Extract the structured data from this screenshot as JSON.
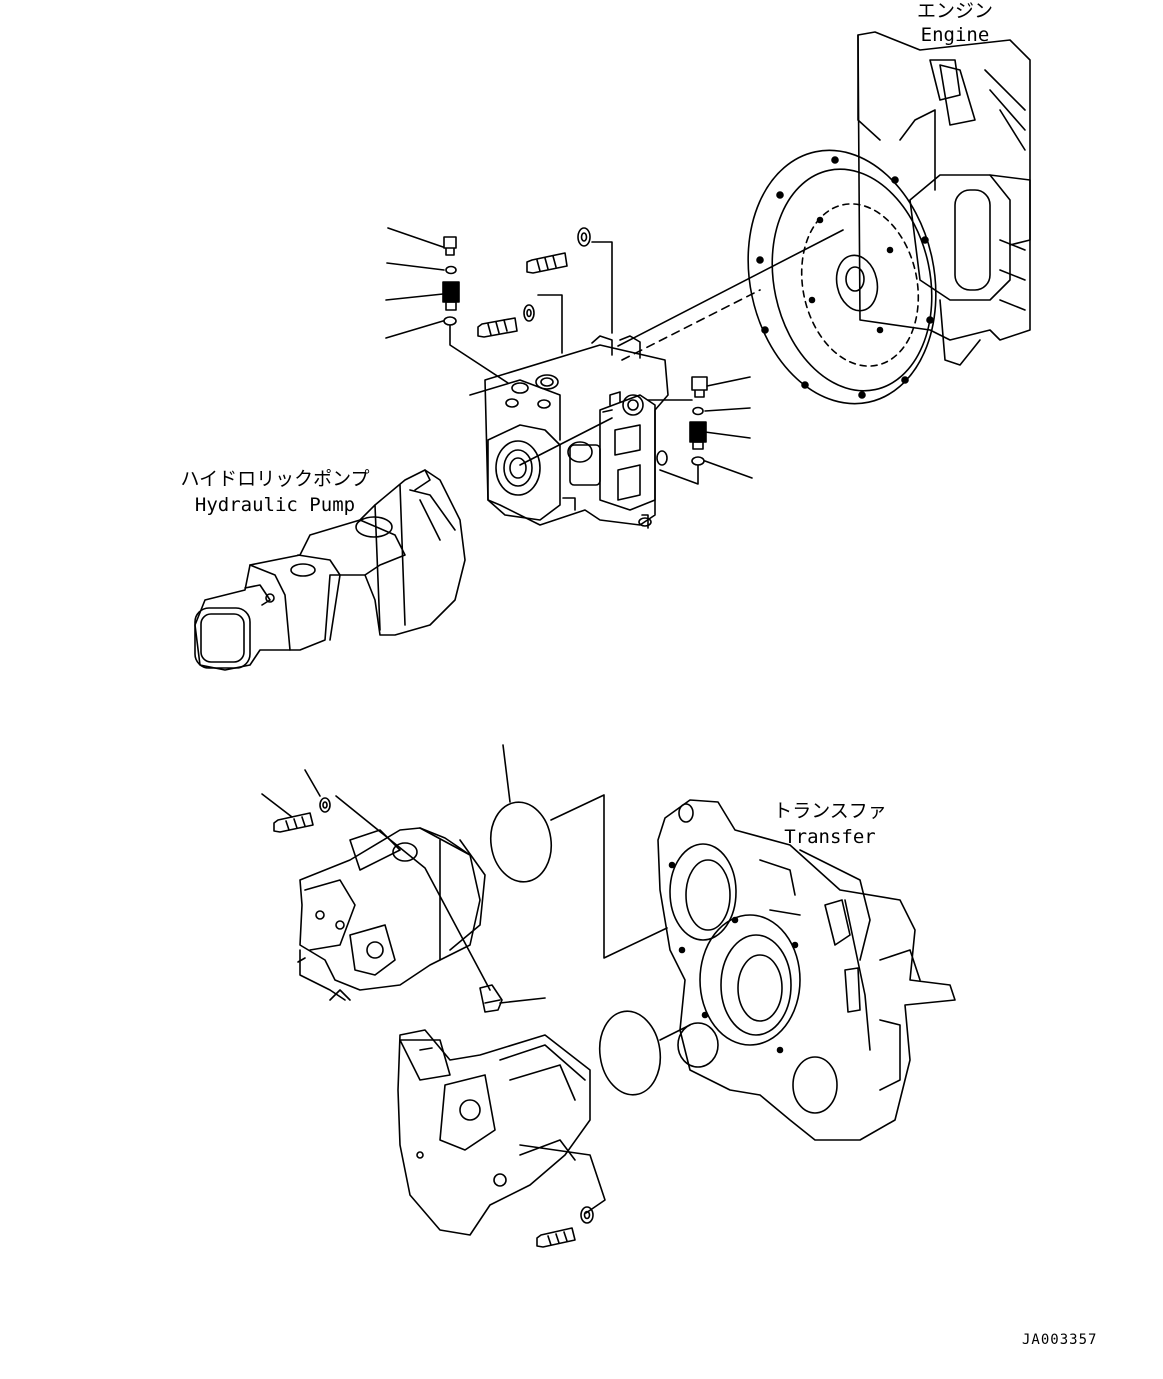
{
  "labels": {
    "engine_jp": "エンジン",
    "engine_en": "Engine",
    "pump_jp": "ハイドロリックポンプ",
    "pump_en": "Hydraulic Pump",
    "transfer_jp": "トランスファ",
    "transfer_en": "Transfer"
  },
  "drawing_code": "JA003357",
  "colors": {
    "ink": "#000000",
    "paper": "#ffffff"
  }
}
